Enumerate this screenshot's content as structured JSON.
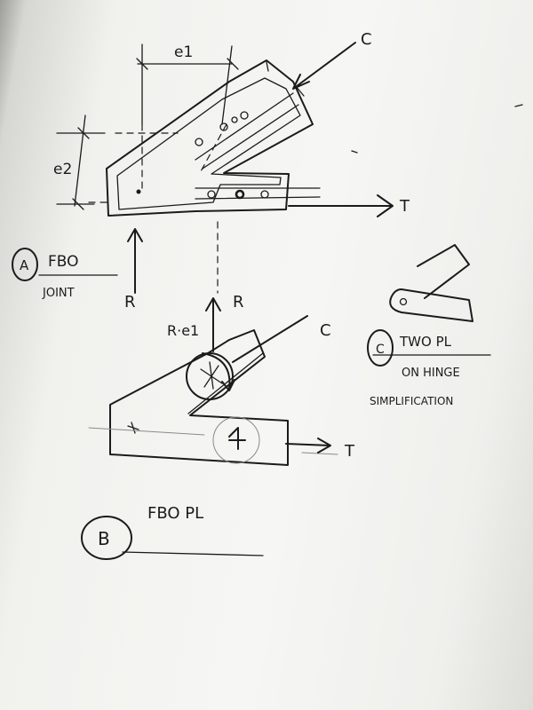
{
  "labels": {
    "e1": "e1",
    "e2": "e2",
    "C_top": "C",
    "T_top": "T",
    "R_left": "R",
    "R_middle": "R",
    "Re1": "R·e1",
    "C_bottom": "C",
    "T_bottom": "T",
    "A_letter": "A",
    "A_title": "FBO",
    "A_sub": "JOINT",
    "B_letter": "B",
    "B_title": "FBO PL",
    "C_letter": "C",
    "C_title": "TWO PL",
    "C_sub1": "ON HINGE",
    "C_sub2": "SIMPLIFICATION"
  }
}
